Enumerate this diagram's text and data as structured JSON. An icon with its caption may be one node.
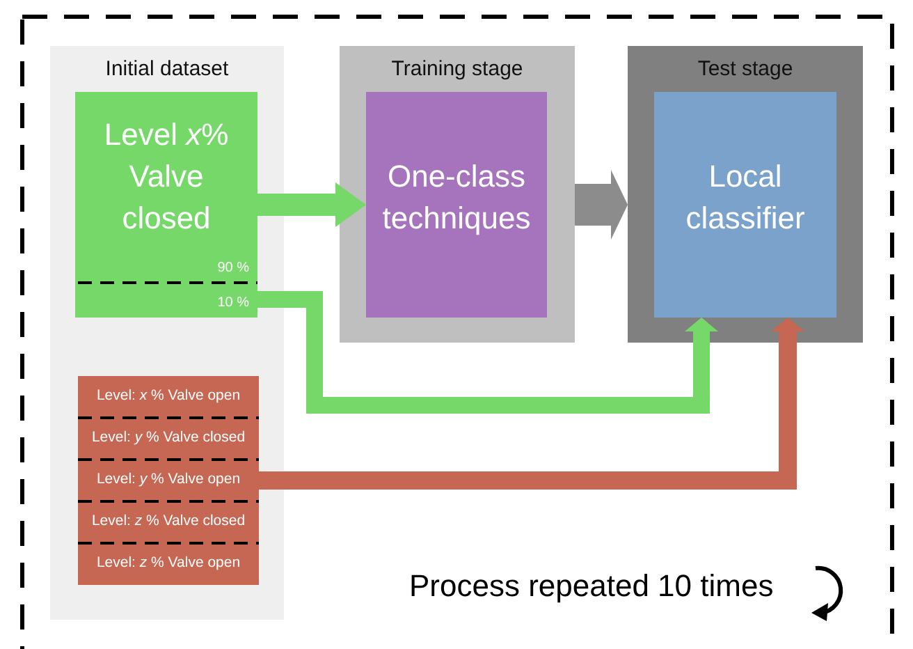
{
  "diagram": {
    "nodes": [
      {
        "text": [
          "Initial dataset"
        ]
      },
      {
        "text": [
          "Level *x*% Valve closed",
          "90 %"
        ],
        "in": 0
      },
      {
        "text": [
          "10 %"
        ],
        "in": 0
      },
      {
        "text": [
          "Level: *x* % Valve open"
        ],
        "in": 0
      },
      {
        "text": [
          "Level: *y* % Valve closed"
        ],
        "in": 0
      },
      {
        "text": [
          "Level: *y* % Valve open"
        ],
        "in": 0
      },
      {
        "text": [
          "Level: *z* % Valve closed"
        ],
        "in": 0
      },
      {
        "text": [
          "Level: *z* % Valve open"
        ],
        "in": 0
      },
      {
        "text": [
          "Training stage"
        ]
      },
      {
        "text": [
          "One-class techniques"
        ],
        "in": 8
      },
      {
        "text": [
          "Test stage"
        ]
      },
      {
        "text": [
          "Local classifier"
        ],
        "in": 10
      }
    ],
    "edges": [
      {
        "from": 1,
        "to": 9,
        "arrow": "to"
      },
      {
        "from": 8,
        "to": 10,
        "arrow": "to",
        "style": "thick",
        "color": "#8c8c8c"
      },
      {
        "from": 2,
        "to": 11,
        "arrow": "to"
      },
      {
        "from": 5,
        "to": 11,
        "arrow": "to",
        "color": "#c66753"
      }
    ],
    "labels": [
      "Process repeated 10 times"
    ]
  }
}
